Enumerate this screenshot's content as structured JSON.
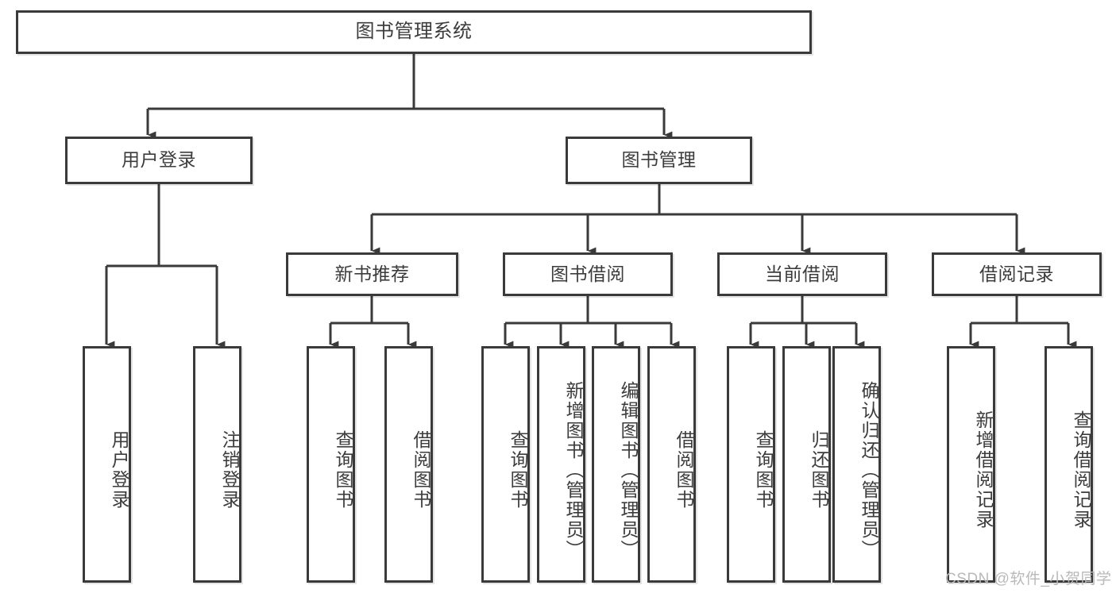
{
  "diagram": {
    "title": "图书管理系统",
    "type": "hierarchy-tree",
    "orientation": "top-down",
    "colors": {
      "box_border": "#3a3a3a",
      "box_fill": "#ffffff",
      "connector": "#3a3a3a",
      "text": "#3c3c3c",
      "background": "#ffffff",
      "watermark": "#b9b9b9"
    }
  },
  "watermark": {
    "text": "CSDN @软件_小贺同学"
  },
  "nodes": {
    "root": {
      "label": "图书管理系统",
      "level": 0,
      "orientation": "horizontal"
    },
    "user_login": {
      "label": "用户登录",
      "level": 1,
      "orientation": "horizontal"
    },
    "book_manage": {
      "label": "图书管理",
      "level": 1,
      "orientation": "horizontal"
    },
    "new_book_rec": {
      "label": "新书推荐",
      "level": 2,
      "orientation": "horizontal"
    },
    "book_borrow": {
      "label": "图书借阅",
      "level": 2,
      "orientation": "horizontal"
    },
    "current_borrow": {
      "label": "当前借阅",
      "level": 2,
      "orientation": "horizontal"
    },
    "borrow_record": {
      "label": "借阅记录",
      "level": 2,
      "orientation": "horizontal"
    },
    "leaf_user_login": {
      "label": "用户登录",
      "level": 2,
      "orientation": "vertical"
    },
    "leaf_logout": {
      "label": "注销登录",
      "level": 2,
      "orientation": "vertical"
    },
    "leaf_query_book_1": {
      "label": "查询图书",
      "level": 3,
      "orientation": "vertical"
    },
    "leaf_borrow_book_1": {
      "label": "借阅图书",
      "level": 3,
      "orientation": "vertical"
    },
    "leaf_query_book_2": {
      "label": "查询图书",
      "level": 3,
      "orientation": "vertical"
    },
    "leaf_add_book": {
      "label": "新增图书（管理员）",
      "level": 3,
      "orientation": "vertical"
    },
    "leaf_edit_book": {
      "label": "编辑图书（管理员）",
      "level": 3,
      "orientation": "vertical"
    },
    "leaf_borrow_book_2": {
      "label": "借阅图书",
      "level": 3,
      "orientation": "vertical"
    },
    "leaf_query_book_3": {
      "label": "查询图书",
      "level": 3,
      "orientation": "vertical"
    },
    "leaf_return_book": {
      "label": "归还图书",
      "level": 3,
      "orientation": "vertical"
    },
    "leaf_confirm_return": {
      "label": "确认归还（管理员）",
      "level": 3,
      "orientation": "vertical"
    },
    "leaf_add_record": {
      "label": "新增借阅记录",
      "level": 3,
      "orientation": "vertical"
    },
    "leaf_query_record": {
      "label": "查询借阅记录",
      "level": 3,
      "orientation": "vertical"
    }
  },
  "edges": [
    {
      "from": "root",
      "to": "user_login"
    },
    {
      "from": "root",
      "to": "book_manage"
    },
    {
      "from": "user_login",
      "to": "leaf_user_login"
    },
    {
      "from": "user_login",
      "to": "leaf_logout"
    },
    {
      "from": "book_manage",
      "to": "new_book_rec"
    },
    {
      "from": "book_manage",
      "to": "book_borrow"
    },
    {
      "from": "book_manage",
      "to": "current_borrow"
    },
    {
      "from": "book_manage",
      "to": "borrow_record"
    },
    {
      "from": "new_book_rec",
      "to": "leaf_query_book_1"
    },
    {
      "from": "new_book_rec",
      "to": "leaf_borrow_book_1"
    },
    {
      "from": "book_borrow",
      "to": "leaf_query_book_2"
    },
    {
      "from": "book_borrow",
      "to": "leaf_add_book"
    },
    {
      "from": "book_borrow",
      "to": "leaf_edit_book"
    },
    {
      "from": "book_borrow",
      "to": "leaf_borrow_book_2"
    },
    {
      "from": "current_borrow",
      "to": "leaf_query_book_3"
    },
    {
      "from": "current_borrow",
      "to": "leaf_return_book"
    },
    {
      "from": "current_borrow",
      "to": "leaf_confirm_return"
    },
    {
      "from": "borrow_record",
      "to": "leaf_add_record"
    },
    {
      "from": "borrow_record",
      "to": "leaf_query_record"
    }
  ]
}
